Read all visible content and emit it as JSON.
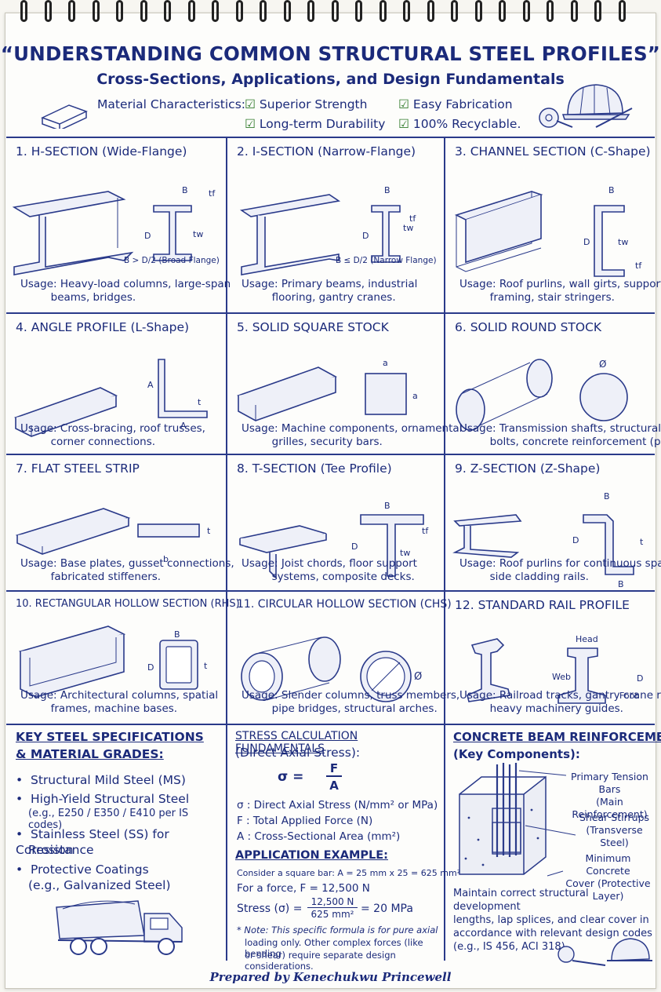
{
  "title": "“UNDERSTANDING COMMON STRUCTURAL STEEL PROFILES”",
  "subtitle": "Cross-Sections, Applications, and Design Fundamentals",
  "material": {
    "label": "Material Characteristics:",
    "items": [
      "Superior Strength",
      "Easy Fabrication",
      "Long-term Durability",
      "100% Recyclable."
    ]
  },
  "profiles": [
    {
      "title": "1. H-SECTION (Wide-Flange)",
      "usage": "Usage: Heavy-load columns, large-span\n         beams, bridges.",
      "note": "B > D/2 (Broad Flange)",
      "dims": [
        "B",
        "tf",
        "D",
        "tw"
      ]
    },
    {
      "title": "2. I-SECTION (Narrow-Flange)",
      "usage": "Usage: Primary beams, industrial\n         flooring, gantry cranes.",
      "note": "B ≤ D/2 (Narrow Flange)",
      "dims": [
        "B",
        "tf",
        "D",
        "tw"
      ]
    },
    {
      "title": "3. CHANNEL SECTION (C-Shape)",
      "usage": "Usage: Roof purlins, wall girts, support\n         framing, stair stringers.",
      "dims": [
        "B",
        "D",
        "tw",
        "tf"
      ]
    },
    {
      "title": "4. ANGLE PROFILE (L-Shape)",
      "usage": "Usage: Cross-bracing, roof trusses,\n         corner connections.",
      "dims": [
        "A",
        "t",
        "A"
      ]
    },
    {
      "title": "5. SOLID SQUARE STOCK",
      "usage": "Usage: Machine components, ornamental\n         grilles, security bars.",
      "dims": [
        "a",
        "a"
      ]
    },
    {
      "title": "6. SOLID ROUND STOCK",
      "usage": "Usage: Transmission shafts, structural\n         bolts, concrete reinforcement (plain)",
      "dims": [
        "Ø"
      ]
    },
    {
      "title": "7. FLAT STEEL STRIP",
      "usage": "Usage: Base plates, gusset connections,\n         fabricated stiffeners.",
      "dims": [
        "t",
        "b"
      ]
    },
    {
      "title": "8. T-SECTION (Tee Profile)",
      "usage": "Usage: Joist chords, floor support\n         systems, composite decks.",
      "dims": [
        "B",
        "tf",
        "D",
        "tw"
      ]
    },
    {
      "title": "9. Z-SECTION (Z-Shape)",
      "usage": "Usage: Roof purlins for continuous spans,\n         side cladding rails.",
      "dims": [
        "B",
        "D",
        "t",
        "B"
      ]
    },
    {
      "title": "10. RECTANGULAR HOLLOW SECTION (RHS)",
      "usage": "Usage: Architectural columns, spatial\n         frames, machine bases.",
      "dims": [
        "B",
        "D",
        "t"
      ]
    },
    {
      "title": "11. CIRCULAR HOLLOW SECTION (CHS)",
      "usage": "Usage: Slender columns, truss members,\n         pipe bridges, structural arches.",
      "dims": [
        "Ø"
      ]
    },
    {
      "title": "12. STANDARD RAIL PROFILE",
      "usage": "Usage: Railroad tracks, gantry crane rails,\n         heavy machinery guides.",
      "dims": [
        "Head",
        "Web",
        "D",
        "Foot"
      ]
    }
  ],
  "specs": {
    "heading1": "KEY STEEL SPECIFICATIONS",
    "heading2": "& MATERIAL GRADES:",
    "b1": "Structural Mild Steel (MS)",
    "b2": "High-Yield Structural Steel",
    "b2sub": "(e.g., E250 / E350 / E410 per IS codes)",
    "b3a": "Stainless Steel (SS) for Corrosion",
    "b3b": "Resistance",
    "b4": "Protective Coatings",
    "b4sub": "(e.g., Galvanized Steel)"
  },
  "stress": {
    "heading": "STRESS CALCULATION FUNDAMENTALS",
    "sub": "(Direct Axial Stress):",
    "sigma": "σ =",
    "num": "F",
    "den": "A",
    "d1": "σ : Direct Axial Stress (N/mm² or MPa)",
    "d2": "F : Total Applied Force (N)",
    "d3": "A : Cross-Sectional Area (mm²)",
    "appHeading": "APPLICATION EXAMPLE:",
    "ex1": "Consider a square bar: A = 25 mm x 25 = 625 mm²",
    "ex2": "For a force, F = 12,500 N",
    "ex3a": "Stress (σ) =",
    "ex3num": "12,500 N",
    "ex3den": "625 mm²",
    "ex3b": "= 20 MPa",
    "note1": "* Note: This specific formula is for pure axial",
    "note2": "loading only. Other complex forces (like bending",
    "note3": "or shear) require separate design considerations."
  },
  "rebar": {
    "heading": "CONCRETE BEAM REINFORCEMENT",
    "sub": "(Key Components):",
    "l1a": "Primary Tension Bars",
    "l1b": "(Main Reinforcement)",
    "l2a": "Shear Stirrups",
    "l2b": "(Transverse Steel)",
    "l3a": "Minimum Concrete",
    "l3b": "Cover (Protective Layer)",
    "p1": "Maintain correct structural development",
    "p2": "lengths, lap splices, and clear cover in",
    "p3": "accordance with relevant design codes",
    "p4": "(e.g., IS 456, ACI 318)."
  },
  "footer": "Prepared by Kenechukwu Princewell",
  "colors": {
    "ink": "#1b2a7a",
    "check": "#2f7a2a",
    "paper": "#fdfdfb"
  }
}
